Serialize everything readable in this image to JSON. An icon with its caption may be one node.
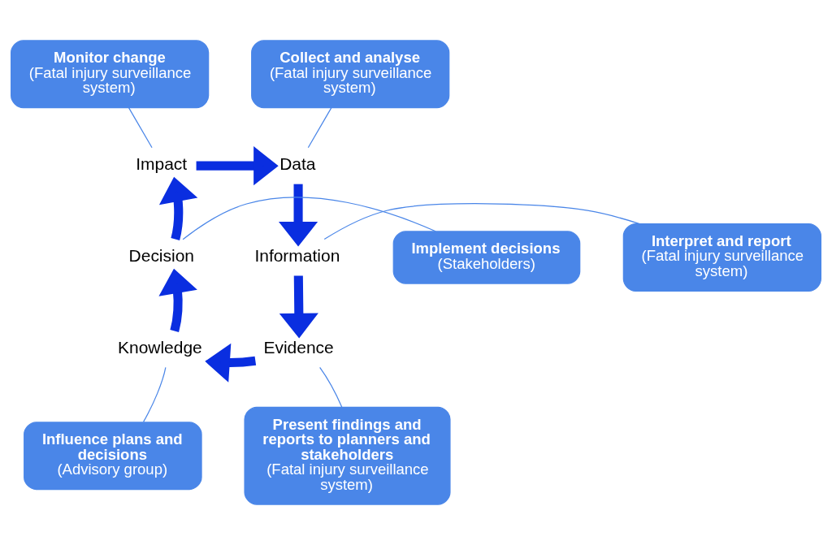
{
  "diagram": {
    "nodes": [
      {
        "text": [
          "Monitor change",
          "(Fatal injury surveillance system)"
        ]
      },
      {
        "text": [
          "Collect and analyse",
          "(Fatal injury surveillance system)"
        ]
      },
      {
        "text": [
          "Impact"
        ]
      },
      {
        "text": [
          "Data"
        ]
      },
      {
        "text": [
          "Implement decisions",
          "(Stakeholders)"
        ]
      },
      {
        "text": [
          "Decision"
        ]
      },
      {
        "text": [
          "Information"
        ]
      },
      {
        "text": [
          "Interpret and report",
          "(Fatal injury surveillance system)"
        ]
      },
      {
        "text": [
          "Evidence"
        ]
      },
      {
        "text": [
          "Knowledge"
        ]
      },
      {
        "text": [
          "Influence plans and decisions",
          "(Advisory group)"
        ]
      },
      {
        "text": [
          "Present findings and reports to planners and stakeholders",
          "(Fatal injury surveillance system)"
        ]
      }
    ],
    "edges": [
      {
        "from": 2,
        "to": 3,
        "arrow": "to",
        "style": "thick",
        "color": "#0a2ee0"
      },
      {
        "from": 3,
        "to": 6,
        "arrow": "to",
        "style": "thick",
        "color": "#0a2ee0"
      },
      {
        "from": 6,
        "to": 8,
        "arrow": "to",
        "style": "thick",
        "color": "#0a2ee0"
      },
      {
        "from": 8,
        "to": 9,
        "arrow": "to",
        "style": "thick",
        "color": "#0a2ee0"
      },
      {
        "from": 9,
        "to": 5,
        "arrow": "to",
        "style": "thick",
        "color": "#0a2ee0"
      },
      {
        "from": 5,
        "to": 2,
        "arrow": "to",
        "style": "thick",
        "color": "#0a2ee0"
      },
      {
        "from": 0,
        "to": 2,
        "arrow": "none",
        "color": "#4a86e8"
      },
      {
        "from": 1,
        "to": 3,
        "arrow": "none",
        "color": "#4a86e8"
      },
      {
        "from": 4,
        "to": 5,
        "arrow": "none",
        "color": "#4a86e8"
      },
      {
        "from": 7,
        "to": 6,
        "arrow": "none",
        "color": "#4a86e8"
      },
      {
        "from": 10,
        "to": 9,
        "arrow": "none",
        "color": "#4a86e8"
      },
      {
        "from": 11,
        "to": 8,
        "arrow": "none",
        "color": "#4a86e8"
      }
    ]
  }
}
